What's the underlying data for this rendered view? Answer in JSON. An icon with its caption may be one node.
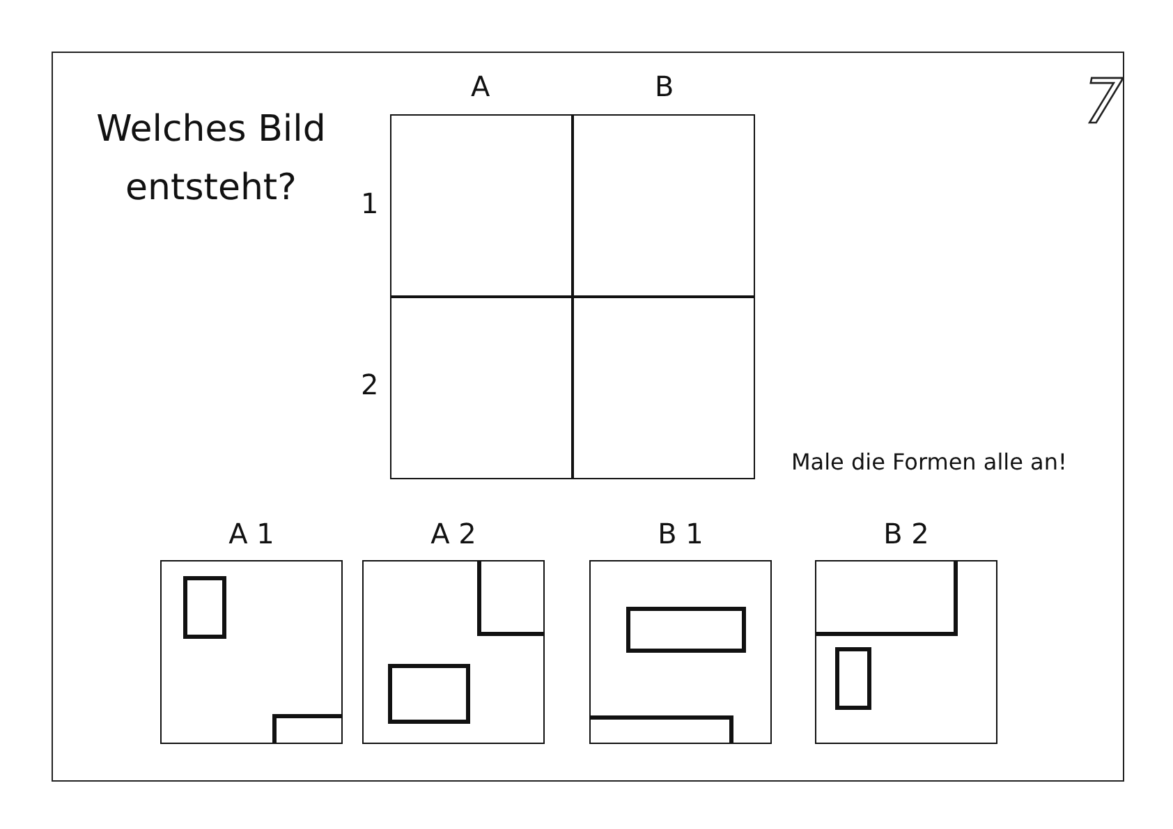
{
  "diagram": {
    "title": "Welches Bild entsteht?",
    "nodes": [
      {
        "text": [],
        "shape": "box"
      },
      {
        "text": [],
        "shape": "box"
      },
      {
        "text": [],
        "shape": "box"
      },
      {
        "text": [],
        "shape": "box"
      },
      {
        "text": [
          "A 1"
        ]
      },
      {
        "text": [
          "A 2"
        ]
      },
      {
        "text": [
          "B 1"
        ]
      },
      {
        "text": [
          "B 2"
        ]
      }
    ],
    "edges": [],
    "labels": [
      "A",
      "B",
      "7",
      "1",
      "2",
      "Male die Formen alle an!"
    ]
  }
}
